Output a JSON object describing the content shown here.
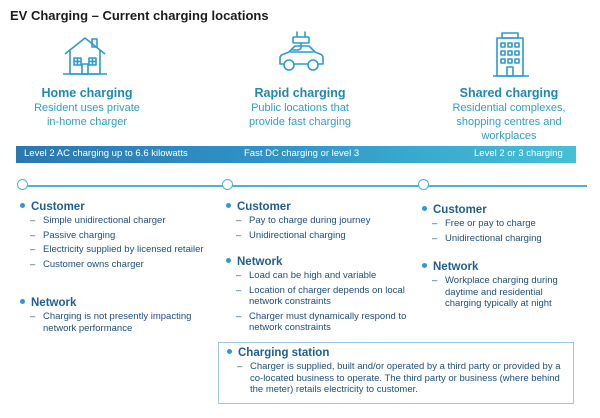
{
  "title": "EV Charging – Current charging locations",
  "columns": [
    {
      "icon": "house-icon",
      "title": "Home charging",
      "desc_lines": [
        "Resident uses private",
        "in-home charger"
      ]
    },
    {
      "icon": "car-charging-icon",
      "title": "Rapid charging",
      "desc_lines": [
        "Public locations that",
        "provide fast charging"
      ]
    },
    {
      "icon": "building-icon",
      "title": "Shared charging",
      "desc_lines": [
        "Residential complexes,",
        "shopping centres and",
        "workplaces"
      ]
    }
  ],
  "band": {
    "labels": [
      "Level 2 AC charging up to 6.6 kilowatts",
      "Fast DC charging or level 3",
      "Level 2 or 3 charging"
    ],
    "colors": {
      "start": "#2b78b1",
      "end": "#45c0d6"
    }
  },
  "home": {
    "customer_title": "Customer",
    "customer_items": [
      "Simple unidirectional charger",
      "Passive charging",
      "Electricity supplied by licensed retailer",
      "Customer owns charger"
    ],
    "network_title": "Network",
    "network_items": [
      "Charging is not presently impacting network performance"
    ]
  },
  "rapid": {
    "customer_title": "Customer",
    "customer_items": [
      "Pay to charge during journey",
      "Unidirectional charging"
    ],
    "network_title": "Network",
    "network_items": [
      "Load can be high and variable",
      "Location of charger depends on local network constraints",
      "Charger must dynamically respond to network constraints"
    ]
  },
  "shared": {
    "customer_title": "Customer",
    "customer_items": [
      "Free or pay to charge",
      "Unidirectional charging"
    ],
    "network_title": "Network",
    "network_items": [
      "Workplace charging during daytime and residential charging typically at night"
    ]
  },
  "station": {
    "title": "Charging station",
    "items": [
      "Charger is supplied, built and/or operated by a third party or provided by a co-located business to operate. The third party or business (where behind the meter) retails electricity to customer."
    ]
  },
  "colors": {
    "title_blue": "#1f88b6",
    "text_navy": "#1d4f7e",
    "accent": "#4ab3d6"
  }
}
